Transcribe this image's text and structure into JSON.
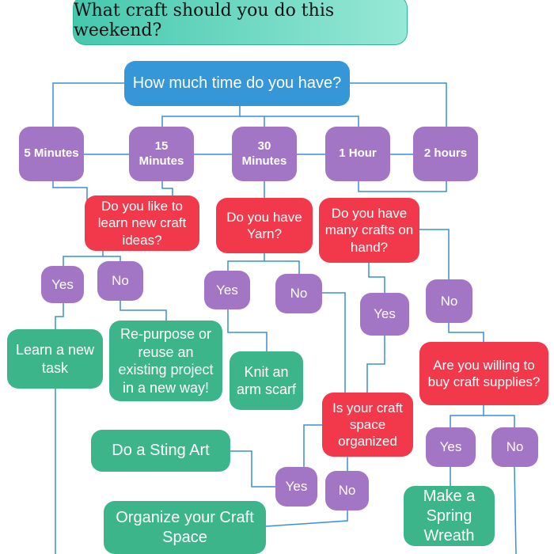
{
  "title": "What craft should you do this weekend?",
  "question_time": "How much time do you have?",
  "time_options": [
    "5 Minutes",
    "15 Minutes",
    "30 Minutes",
    "1 Hour",
    "2 hours"
  ],
  "q_learn": "Do you like to learn new craft ideas?",
  "q_yarn": "Do you have Yarn?",
  "q_many": "Do you have many crafts on hand?",
  "q_buy": "Are you willing to buy craft supplies?",
  "q_organized": "Is your craft space organized",
  "yes": "Yes",
  "no": "No",
  "results": {
    "learn": "Learn a new task",
    "repurpose": "Re-purpose or reuse an existing project in a new way!",
    "knit": "Knit an arm scarf",
    "sting": "Do a Sting Art",
    "organize": "Organize your Craft Space",
    "wreath": "Make a Spring Wreath"
  },
  "colors": {
    "line": "#3a8fd6",
    "purple": "#a276c4",
    "red": "#f2394c",
    "green": "#3cb58a",
    "blue": "#3596d8"
  }
}
